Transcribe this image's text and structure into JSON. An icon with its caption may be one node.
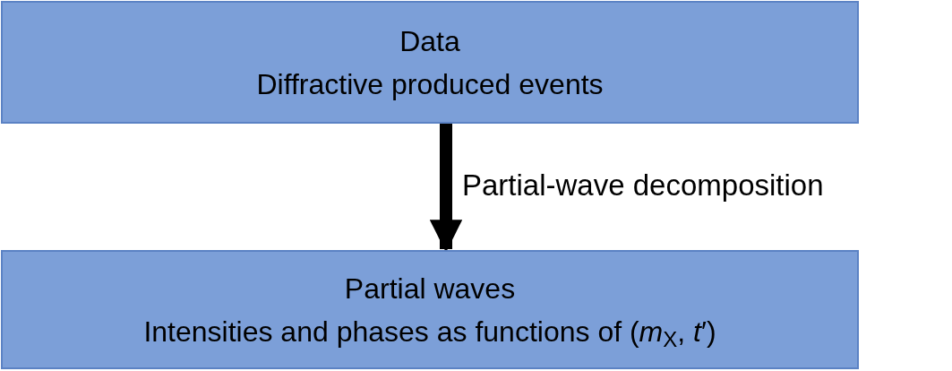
{
  "diagram": {
    "nodes": [
      {
        "text": [
          "Data",
          "Diffractive produced events"
        ]
      },
      {
        "text": [
          "Partial waves",
          "Intensities and phases as functions of (*m*$_{X}$, *t*′)"
        ]
      }
    ],
    "edges": [
      {
        "from": 0,
        "to": 1,
        "arrow": "to",
        "label": "Partial-wave decomposition"
      }
    ]
  }
}
